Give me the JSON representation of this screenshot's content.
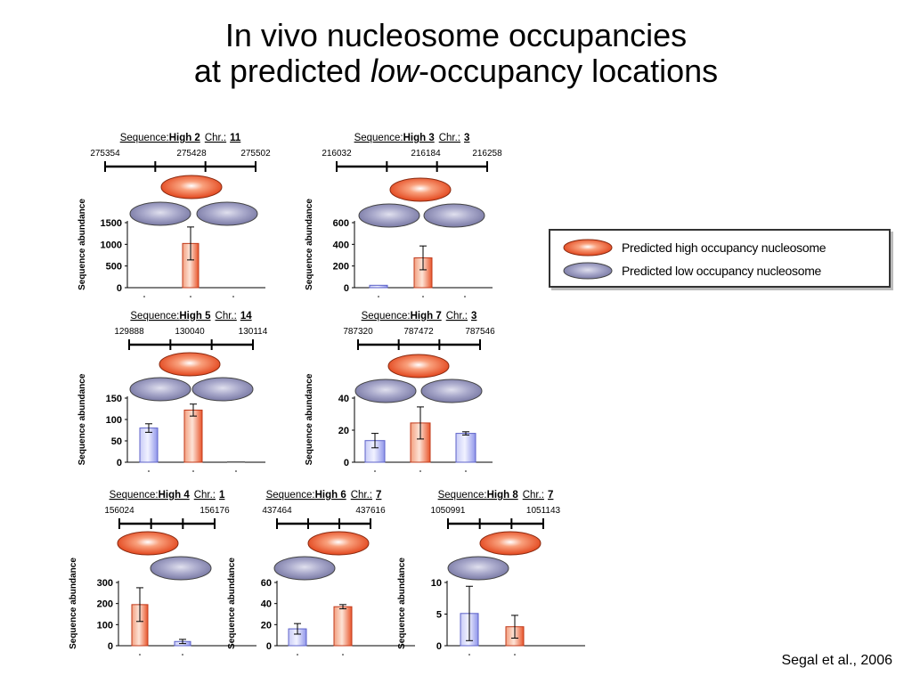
{
  "title": {
    "line1": "In vivo nucleosome occupancies",
    "line2_prefix": "at predicted ",
    "line2_italic": "low",
    "line2_suffix": "-occupancy locations"
  },
  "legend": {
    "high_label": "Predicted high occupancy nucleosome",
    "low_label": "Predicted low  occupancy  nucleosome"
  },
  "citation": "Segal et al., 2006",
  "colors": {
    "high_fill": "#f26a3f",
    "low_fill": "#a7a7c9",
    "bar_high": "#f07a55",
    "bar_low": "#aeb2f0"
  },
  "chart_data": [
    {
      "type": "bar",
      "sequence_prefix": "Sequence:",
      "sequence_name": "High 2",
      "chr_prefix": "Chr.:",
      "chr_value": "11",
      "coordinates": [
        "275354",
        "275428",
        "275502"
      ],
      "nucleosomes": [
        "low",
        "high",
        "low"
      ],
      "ylabel": "Sequence abundance",
      "ylim": [
        0,
        1500
      ],
      "yticks": [
        "0",
        "500",
        "1000",
        "1500"
      ],
      "categories": [
        "",
        "",
        ""
      ],
      "values": [
        0,
        1020,
        0
      ],
      "errors": [
        0,
        380,
        0
      ],
      "bar_types": [
        "low",
        "high",
        "low"
      ]
    },
    {
      "type": "bar",
      "sequence_prefix": "Sequence:",
      "sequence_name": "High 3",
      "chr_prefix": "Chr.:",
      "chr_value": "3",
      "coordinates": [
        "216032",
        "216184",
        "216258"
      ],
      "nucleosomes": [
        "low",
        "high",
        "low"
      ],
      "ylabel": "Sequence abundance",
      "ylim": [
        0,
        600
      ],
      "yticks": [
        "0",
        "200",
        "400",
        "600"
      ],
      "categories": [
        "",
        "",
        ""
      ],
      "values": [
        22,
        275,
        0
      ],
      "errors": [
        0,
        110,
        0
      ],
      "bar_types": [
        "low",
        "high",
        "low"
      ]
    },
    {
      "type": "bar",
      "sequence_prefix": "Sequence:",
      "sequence_name": "High 5",
      "chr_prefix": "Chr.:",
      "chr_value": "14",
      "coordinates": [
        "129888",
        "130040",
        "130114"
      ],
      "nucleosomes": [
        "low",
        "high",
        "low"
      ],
      "ylabel": "Sequence abundance",
      "ylim": [
        0,
        150
      ],
      "yticks": [
        "0",
        "50",
        "100",
        "150"
      ],
      "categories": [
        "",
        "",
        ""
      ],
      "values": [
        80,
        122,
        1
      ],
      "errors": [
        10,
        14,
        0
      ],
      "bar_types": [
        "low",
        "high",
        "low"
      ]
    },
    {
      "type": "bar",
      "sequence_prefix": "Sequence:",
      "sequence_name": "High 7",
      "chr_prefix": "Chr.:",
      "chr_value": "3",
      "coordinates": [
        "787320",
        "787472",
        "787546"
      ],
      "nucleosomes": [
        "low",
        "high",
        "low"
      ],
      "ylabel": "Sequence abundance",
      "ylim": [
        0,
        40
      ],
      "yticks": [
        "0",
        "20",
        "40"
      ],
      "categories": [
        "",
        "",
        ""
      ],
      "values": [
        13.5,
        24.5,
        18
      ],
      "errors": [
        4.5,
        10,
        1
      ],
      "bar_types": [
        "low",
        "high",
        "low"
      ]
    },
    {
      "type": "bar",
      "sequence_prefix": "Sequence:",
      "sequence_name": "High 4",
      "chr_prefix": "Chr.:",
      "chr_value": "1",
      "coordinates": [
        "156024",
        "156176"
      ],
      "nucleosomes": [
        "high",
        "low"
      ],
      "ylabel": "Sequence abundance",
      "ylim": [
        0,
        300
      ],
      "yticks": [
        "0",
        "100",
        "200",
        "300"
      ],
      "categories": [
        "",
        ""
      ],
      "values": [
        195,
        20
      ],
      "errors": [
        80,
        10
      ],
      "bar_types": [
        "high",
        "low"
      ]
    },
    {
      "type": "bar",
      "sequence_prefix": "Sequence:",
      "sequence_name": "High 6",
      "chr_prefix": "Chr.:",
      "chr_value": "7",
      "coordinates": [
        "437464",
        "437616"
      ],
      "nucleosomes": [
        "low",
        "high"
      ],
      "ylabel": "Sequence abundance",
      "ylim": [
        0,
        60
      ],
      "yticks": [
        "0",
        "20",
        "40",
        "60"
      ],
      "categories": [
        "",
        ""
      ],
      "values": [
        16,
        37
      ],
      "errors": [
        5,
        2
      ],
      "bar_types": [
        "low",
        "high"
      ]
    },
    {
      "type": "bar",
      "sequence_prefix": "Sequence:",
      "sequence_name": "High 8",
      "chr_prefix": "Chr.:",
      "chr_value": "7",
      "coordinates": [
        "1050991",
        "1051143"
      ],
      "nucleosomes": [
        "low",
        "high"
      ],
      "ylabel": "Sequence abundance",
      "ylim": [
        0,
        10
      ],
      "yticks": [
        "0",
        "5",
        "10"
      ],
      "categories": [
        "",
        ""
      ],
      "values": [
        5.1,
        3
      ],
      "errors": [
        4.3,
        1.8
      ],
      "bar_types": [
        "low",
        "high"
      ]
    }
  ]
}
